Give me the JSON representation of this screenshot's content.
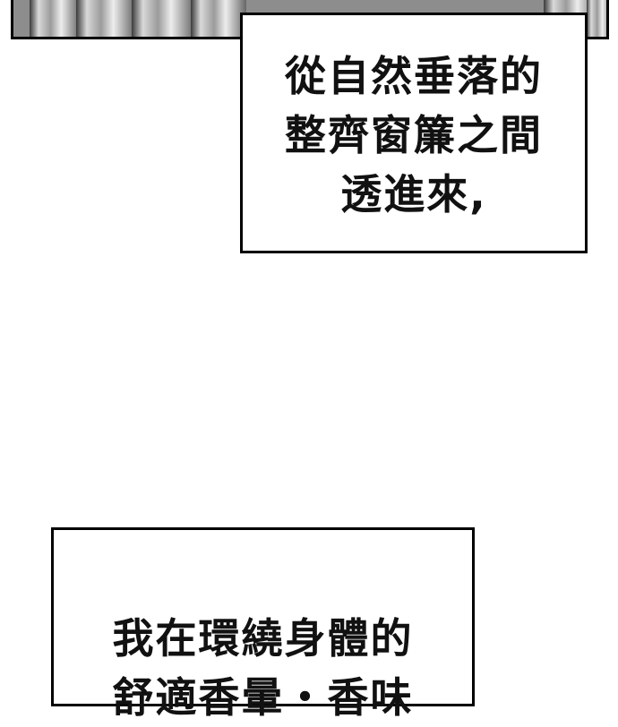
{
  "captions": {
    "top": {
      "lines": [
        "從自然垂落的",
        "整齊窗簾之間",
        "透進來,"
      ]
    },
    "bottom": {
      "lines": [
        "我在環繞身體的",
        "舒適香暈・香味"
      ]
    }
  },
  "colors": {
    "border": "#000000",
    "panel_bg": "#ffffff",
    "text": "#111111",
    "art_gray": "#8d8d8d"
  }
}
